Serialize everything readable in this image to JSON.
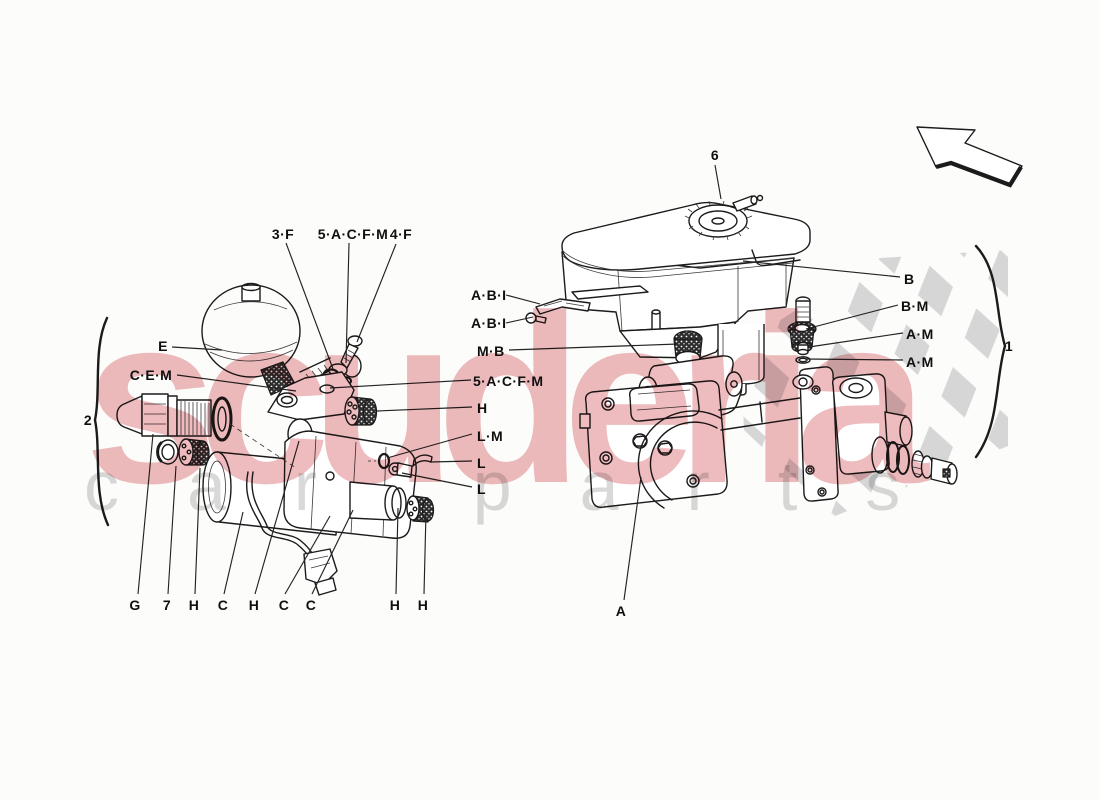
{
  "colors": {
    "line": "#1b1b1b",
    "watermark_brand": "#c81e28",
    "watermark_tagline": "#9a9a9a",
    "checker_gray": "#d6d6d6",
    "paper": "#fcfcfa"
  },
  "watermark": {
    "brand": "scuderia",
    "tagline": "car parts"
  },
  "icons": {
    "arrow": "direction-arrow-up-left",
    "flag": "checkered-flag-pattern"
  },
  "labels": {
    "top": [
      {
        "text": "3·F"
      },
      {
        "text": "5·A·C·F·M"
      },
      {
        "text": "4·F"
      }
    ],
    "left": [
      {
        "text": "E"
      },
      {
        "text": "C·E·M"
      },
      {
        "text": "2"
      }
    ],
    "middle": [
      {
        "text": "A·B·I"
      },
      {
        "text": "A·B·I"
      },
      {
        "text": "M·B"
      },
      {
        "text": "5·A·C·F·M"
      },
      {
        "text": "H"
      },
      {
        "text": "L·M"
      },
      {
        "text": "L"
      },
      {
        "text": "L"
      }
    ],
    "right": [
      {
        "text": "6"
      },
      {
        "text": "B"
      },
      {
        "text": "B·M"
      },
      {
        "text": "A·M"
      },
      {
        "text": "A·M"
      },
      {
        "text": "1"
      }
    ],
    "bottom": [
      {
        "text": "G"
      },
      {
        "text": "7"
      },
      {
        "text": "H"
      },
      {
        "text": "C"
      },
      {
        "text": "H"
      },
      {
        "text": "C"
      },
      {
        "text": "C"
      },
      {
        "text": "H"
      },
      {
        "text": "H"
      },
      {
        "text": "A"
      }
    ]
  }
}
